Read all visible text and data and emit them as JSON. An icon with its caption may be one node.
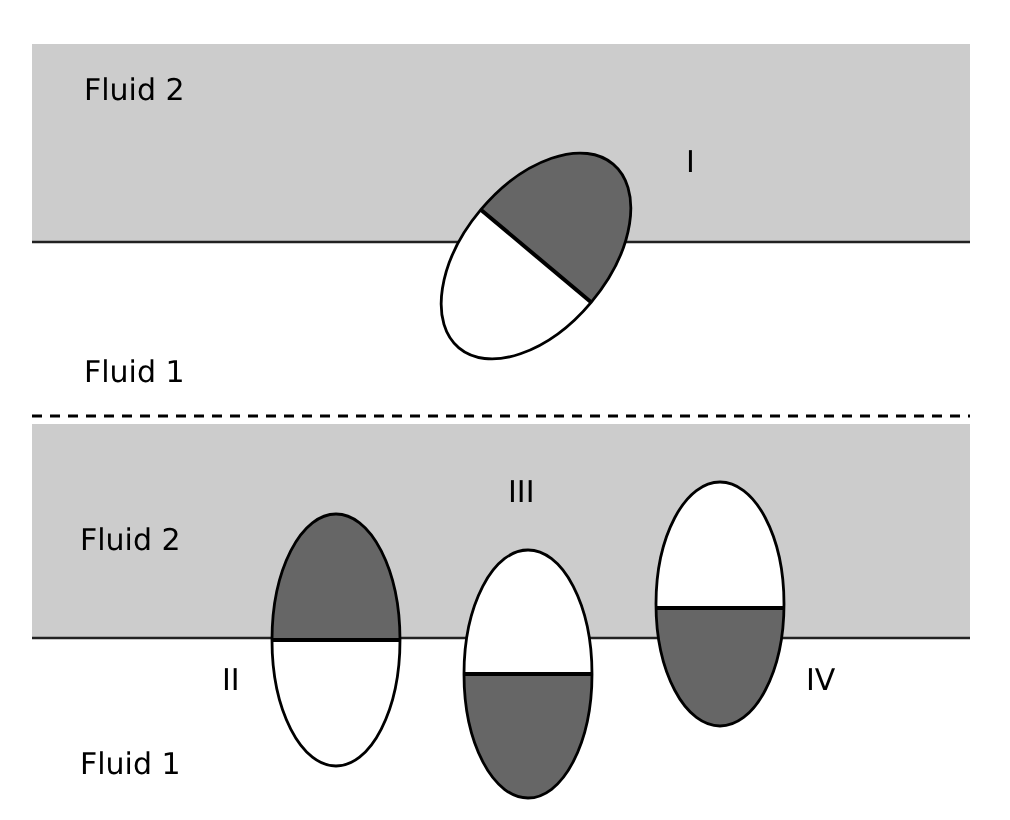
{
  "diagram": {
    "labels": [
      "Fluid 2",
      "I",
      "Fluid 1",
      "III",
      "Fluid 2",
      "II",
      "IV",
      "Fluid 1"
    ]
  }
}
